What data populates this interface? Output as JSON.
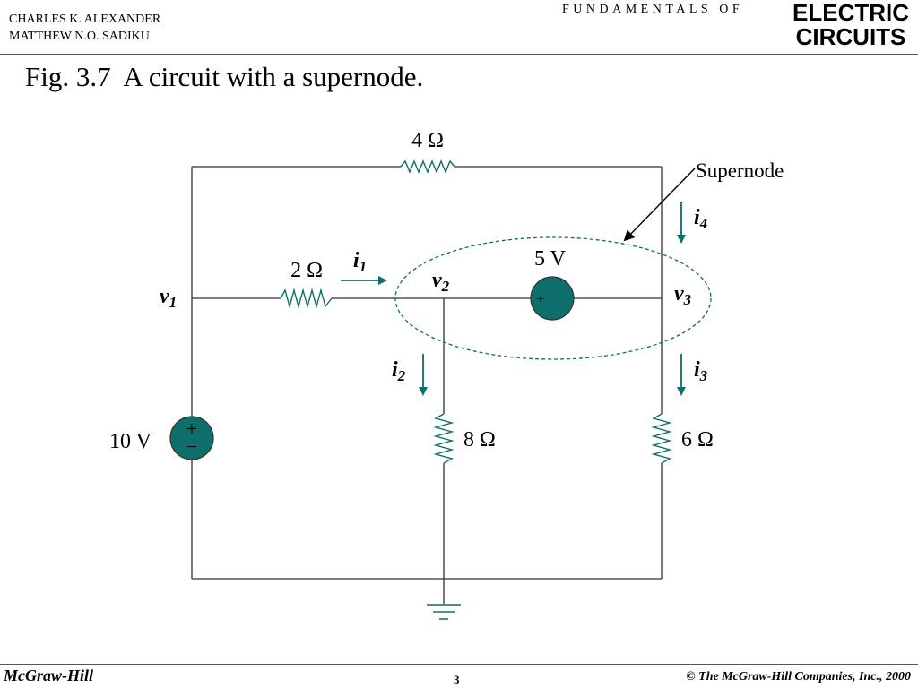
{
  "header": {
    "author_1": "CHARLES K. ALEXANDER",
    "author_2": "MATTHEW N.O. SADIKU",
    "series": "FUNDAMENTALS OF",
    "title_line_1": "ELECTRIC",
    "title_line_2": "CIRCUITS"
  },
  "figure": {
    "caption": "Fig. 3.7  A circuit with a supernode."
  },
  "circuit": {
    "resistors": {
      "top": "4 Ω",
      "middle": "2 Ω",
      "center_vertical": "8 Ω",
      "right_vertical": "6 Ω"
    },
    "sources": {
      "left": "10 V",
      "center": "5 V",
      "left_polarity_plus": "+",
      "left_polarity_minus": "−",
      "center_polarity_plus": "+"
    },
    "nodes": {
      "v1": {
        "base": "v",
        "sub": "1"
      },
      "v2": {
        "base": "v",
        "sub": "2"
      },
      "v3": {
        "base": "v",
        "sub": "3"
      }
    },
    "currents": {
      "i1": {
        "base": "i",
        "sub": "1"
      },
      "i2": {
        "base": "i",
        "sub": "2"
      },
      "i3": {
        "base": "i",
        "sub": "3"
      },
      "i4": {
        "base": "i",
        "sub": "4"
      }
    },
    "supernode_label": "Supernode",
    "colors": {
      "accent": "#0e6e6b",
      "wire": "#333333"
    }
  },
  "footer": {
    "publisher": "McGraw-Hill",
    "page": "3",
    "copyright": "© The McGraw-Hill Companies, Inc., 2000"
  }
}
